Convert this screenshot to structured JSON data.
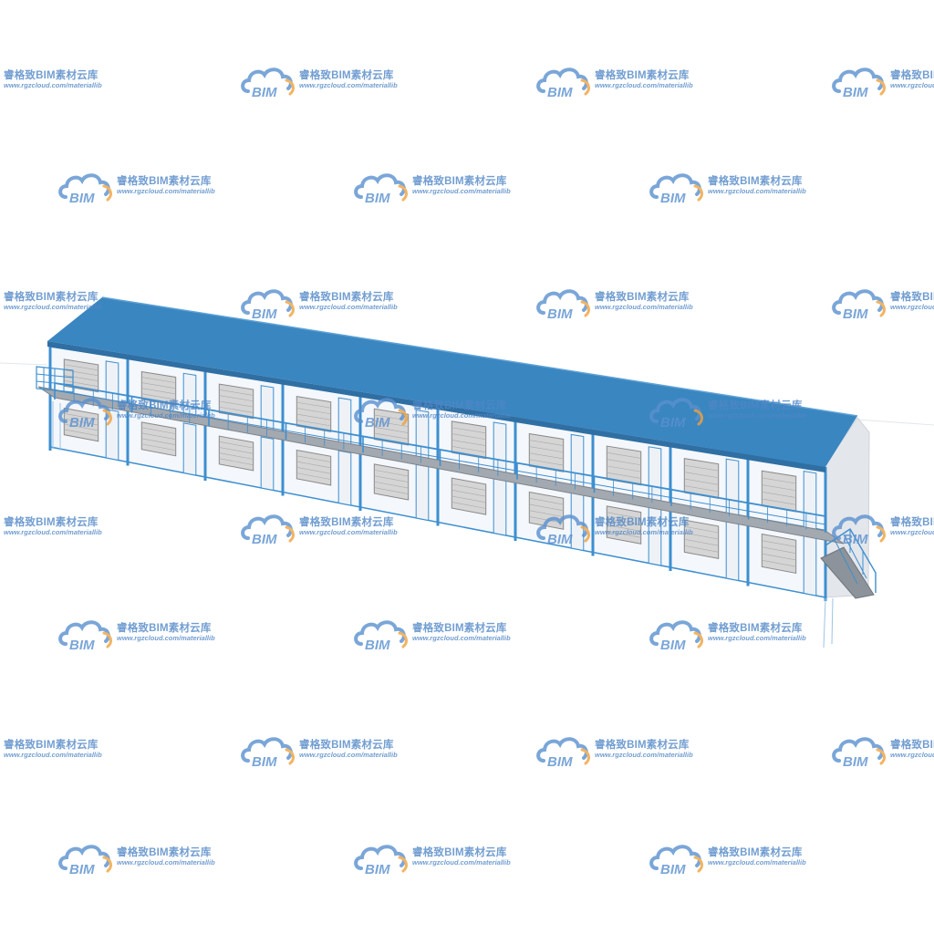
{
  "scene": {
    "subject": "building-model",
    "colors": {
      "roof": "#3a86c0",
      "roof_edge": "#2f6fa3",
      "frame": "#3d8fd0",
      "wall": "#f4f7fb",
      "wall_shade": "#e4e8ee",
      "window": "#d5d5d5",
      "walkway": "#8f959c",
      "background": "#ffffff"
    },
    "bay_count": 10
  },
  "watermark": {
    "logo_text": "BIM",
    "title": "睿格致BIM素材云库",
    "url": "www.rgzcloud.com/materiallib",
    "colors": {
      "cloud": "#5a90cf",
      "accent": "#f0a23c",
      "text": "#4f86c6"
    }
  }
}
